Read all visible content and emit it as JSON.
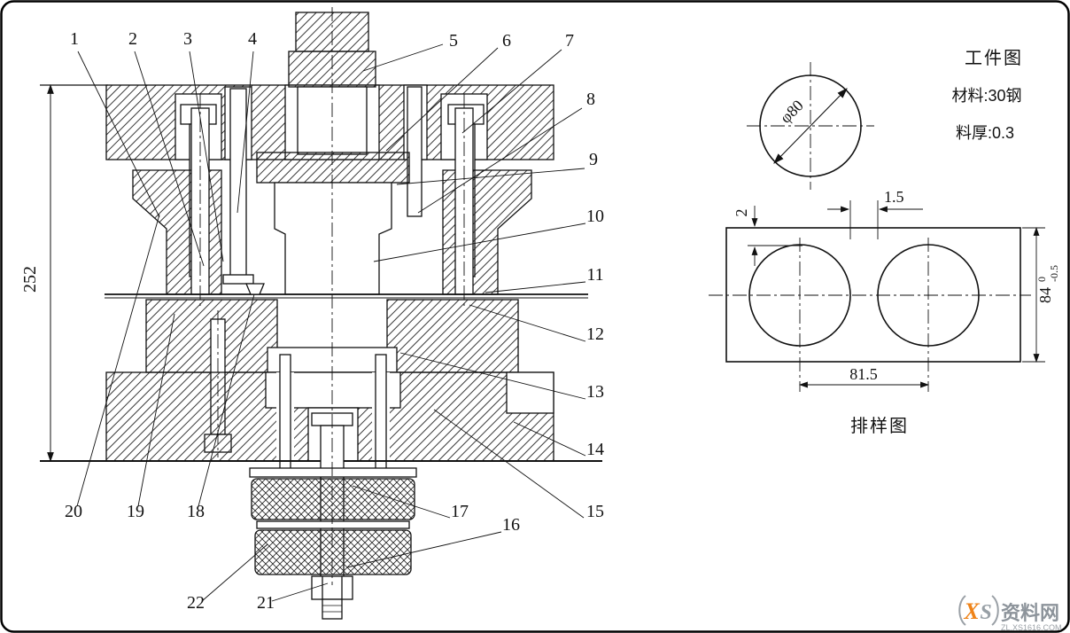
{
  "assembly": {
    "part_labels": [
      "1",
      "2",
      "3",
      "4",
      "5",
      "6",
      "7",
      "8",
      "9",
      "10",
      "11",
      "12",
      "13",
      "14",
      "15",
      "16",
      "17",
      "18",
      "19",
      "20",
      "21",
      "22"
    ],
    "overall_height": "252"
  },
  "workpiece": {
    "title": "工件图",
    "material": "材料:30钢",
    "thickness": "料厚:0.3",
    "diameter": "φ80"
  },
  "strip_layout": {
    "title": "排样图",
    "edge_margin": "2",
    "bridge_gap": "1.5",
    "pitch": "81.5",
    "strip_width": "84",
    "width_tol_upper": "0",
    "width_tol_lower": "-0.5"
  },
  "watermark": {
    "logo_x": "X",
    "logo_s": "S",
    "site_name": "资料网",
    "site_url": "ZL.XS1616.COM"
  }
}
